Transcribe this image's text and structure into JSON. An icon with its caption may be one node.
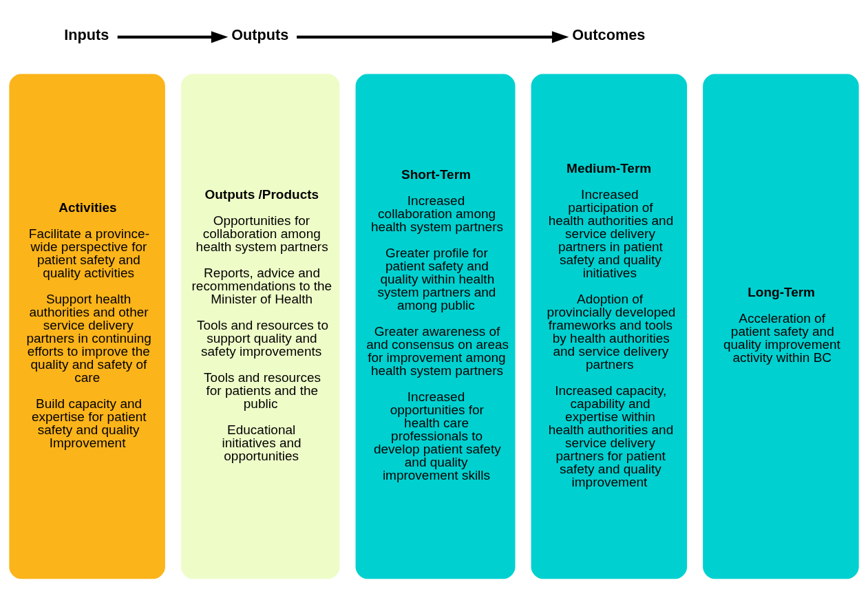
{
  "diagram": {
    "nodes": [
      {
        "text": [
          "Inputs"
        ]
      },
      {
        "text": [
          "Outputs"
        ]
      },
      {
        "text": [
          "Outcomes"
        ]
      },
      {
        "text": [
          "Activities",
          "Facilitate a province-wide perspective for patient safety and quality activities",
          "Support health authorities and other service delivery partners in continuing efforts to improve the quality and safety of care",
          "Build capacity and expertise for patient safety and quality Improvement"
        ]
      },
      {
        "text": [
          "Outputs /Products",
          "Opportunities for collaboration among health system partners",
          "Reports, advice and recommendations to the Minister of Health",
          "Tools and resources to support quality and safety improvements",
          "Tools and resources for patients and the public",
          "Educational initiatives and opportunities"
        ]
      },
      {
        "text": [
          "Short-Term",
          "Increased collaboration among health system partners",
          "Greater profile for patient safety and quality within health system partners and among public",
          "Greater awareness of and consensus on areas for improvement among health system partners",
          "Increased opportunities for health care professionals to develop patient safety and quality improvement skills"
        ]
      },
      {
        "text": [
          "Medium-Term",
          "Increased participation of health authorities and service delivery partners in patient safety and quality initiatives",
          "Adoption of provincially developed frameworks and tools by health authorities and service delivery partners",
          "Increased capacity, capability and expertise within health authorities and service delivery partners for patient safety and quality improvement"
        ]
      },
      {
        "text": [
          "Long-Term",
          "Acceleration of patient safety and quality improvement activity within BC"
        ]
      }
    ],
    "edges": [
      {
        "from": 0,
        "to": 1,
        "arrow": "to"
      },
      {
        "from": 1,
        "to": 2,
        "arrow": "to"
      }
    ]
  }
}
